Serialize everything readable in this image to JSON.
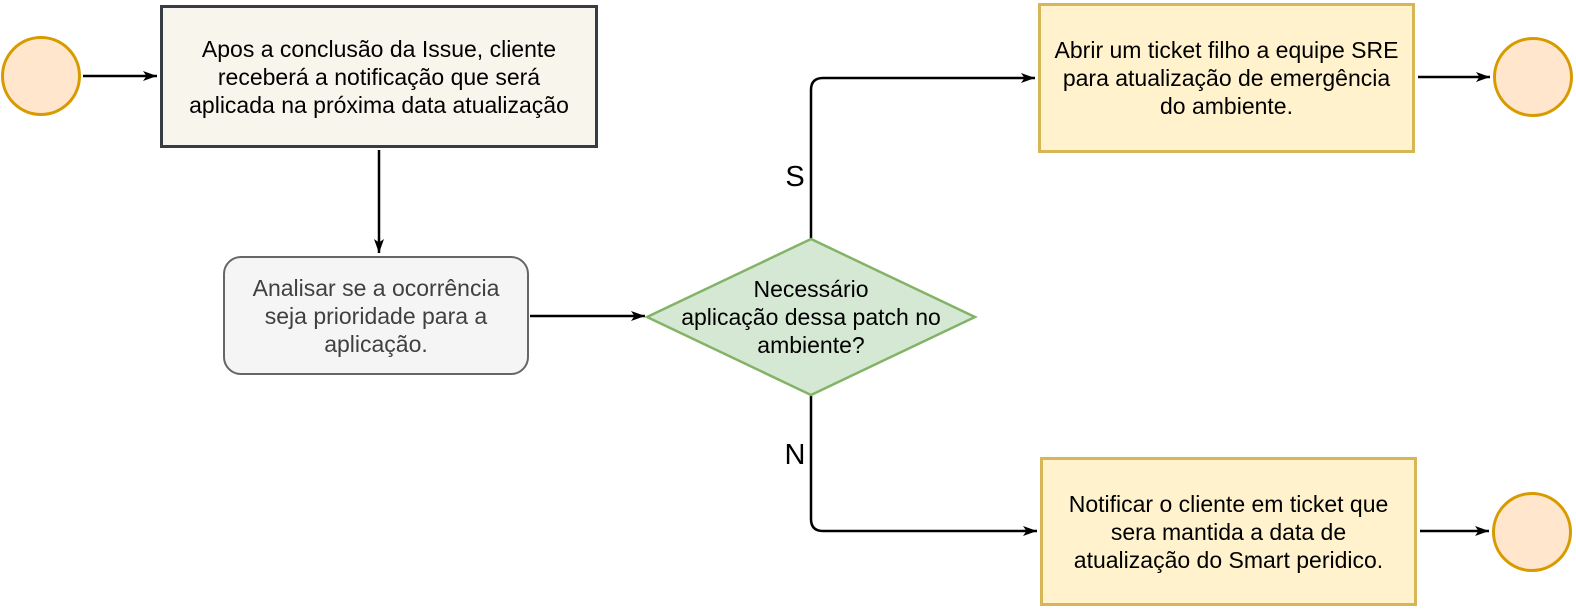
{
  "colors": {
    "canvas-bg": "#ffffff",
    "edge": "#000000",
    "text": "#000000",
    "terminator-fill": "#ffe6cc",
    "terminator-stroke": "#d79b00",
    "process-fill": "#f8f5ec",
    "process-stroke": "#373d43",
    "analysis-fill": "#f5f5f5",
    "analysis-stroke": "#666666",
    "analysis-text": "#404040",
    "decision-fill": "#d5e8d4",
    "decision-stroke": "#82b366",
    "action-fill": "#fff2cc",
    "action-stroke": "#d6b656"
  },
  "nodes": {
    "notify_update": {
      "lines": [
        "Apos a conclusão da Issue, cliente",
        "receberá a notificação que será",
        "aplicada na próxima data atualização"
      ]
    },
    "analyze_priority": {
      "lines": [
        "Analisar se a ocorrência",
        "seja prioridade para a",
        "aplicação."
      ]
    },
    "decision_patch": {
      "lines": [
        "Necessário",
        "aplicação dessa patch no",
        "ambiente?"
      ]
    },
    "open_sre_ticket": {
      "lines": [
        "Abrir um ticket filho a equipe SRE",
        "para atualização de emergência",
        "do ambiente."
      ]
    },
    "notify_keep_date": {
      "lines": [
        "Notificar o cliente em ticket que",
        "sera mantida a data de",
        "atualização do Smart peridico."
      ]
    }
  },
  "edges": {
    "yes_label": "S",
    "no_label": "N"
  }
}
